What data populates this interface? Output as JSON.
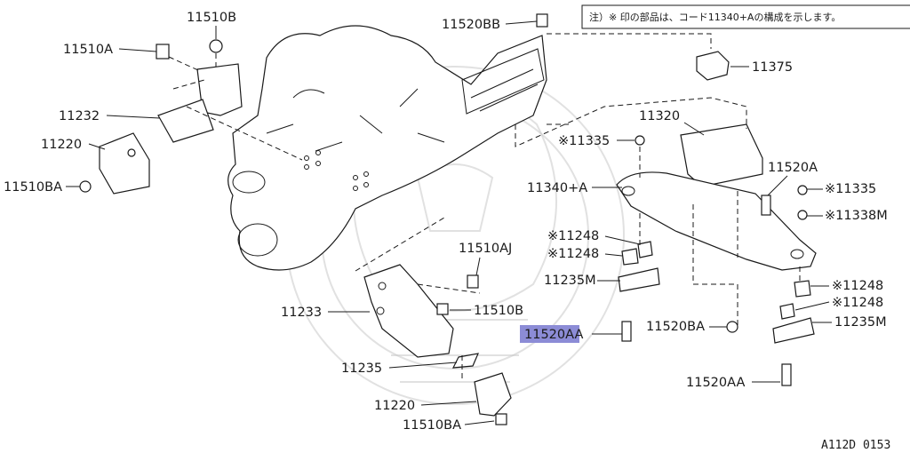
{
  "note": "注）※ 印の部品は、コード11340+Aの構成を示します。",
  "drawing_code": "A112D 0153",
  "highlight_color": "#8c8cd6",
  "labels": {
    "l_11510b_top": "11510B",
    "l_11510a": "11510A",
    "l_11232": "11232",
    "l_11220_left": "11220",
    "l_11510ba_left": "11510BA",
    "l_11520bb": "11520BB",
    "l_11375": "11375",
    "l_11320": "11320",
    "l_11335_a": "※11335",
    "l_11340a": "11340+A",
    "l_11520a": "11520A",
    "l_11335_b": "※11335",
    "l_11338m": "※11338M",
    "l_11248_a": "※11248",
    "l_11248_b": "※11248",
    "l_11235m_left": "11235M",
    "l_11520aa_hl": "11520AA",
    "l_11520ba_right": "11520BA",
    "l_11248_c": "※11248",
    "l_11248_d": "※11248",
    "l_11235m_right": "11235M",
    "l_11520aa_bottom": "11520AA",
    "l_11510aj": "11510AJ",
    "l_11233": "11233",
    "l_11510b_mid": "11510B",
    "l_11235": "11235",
    "l_11220_bottom": "11220",
    "l_11510ba_bottom": "11510BA"
  }
}
